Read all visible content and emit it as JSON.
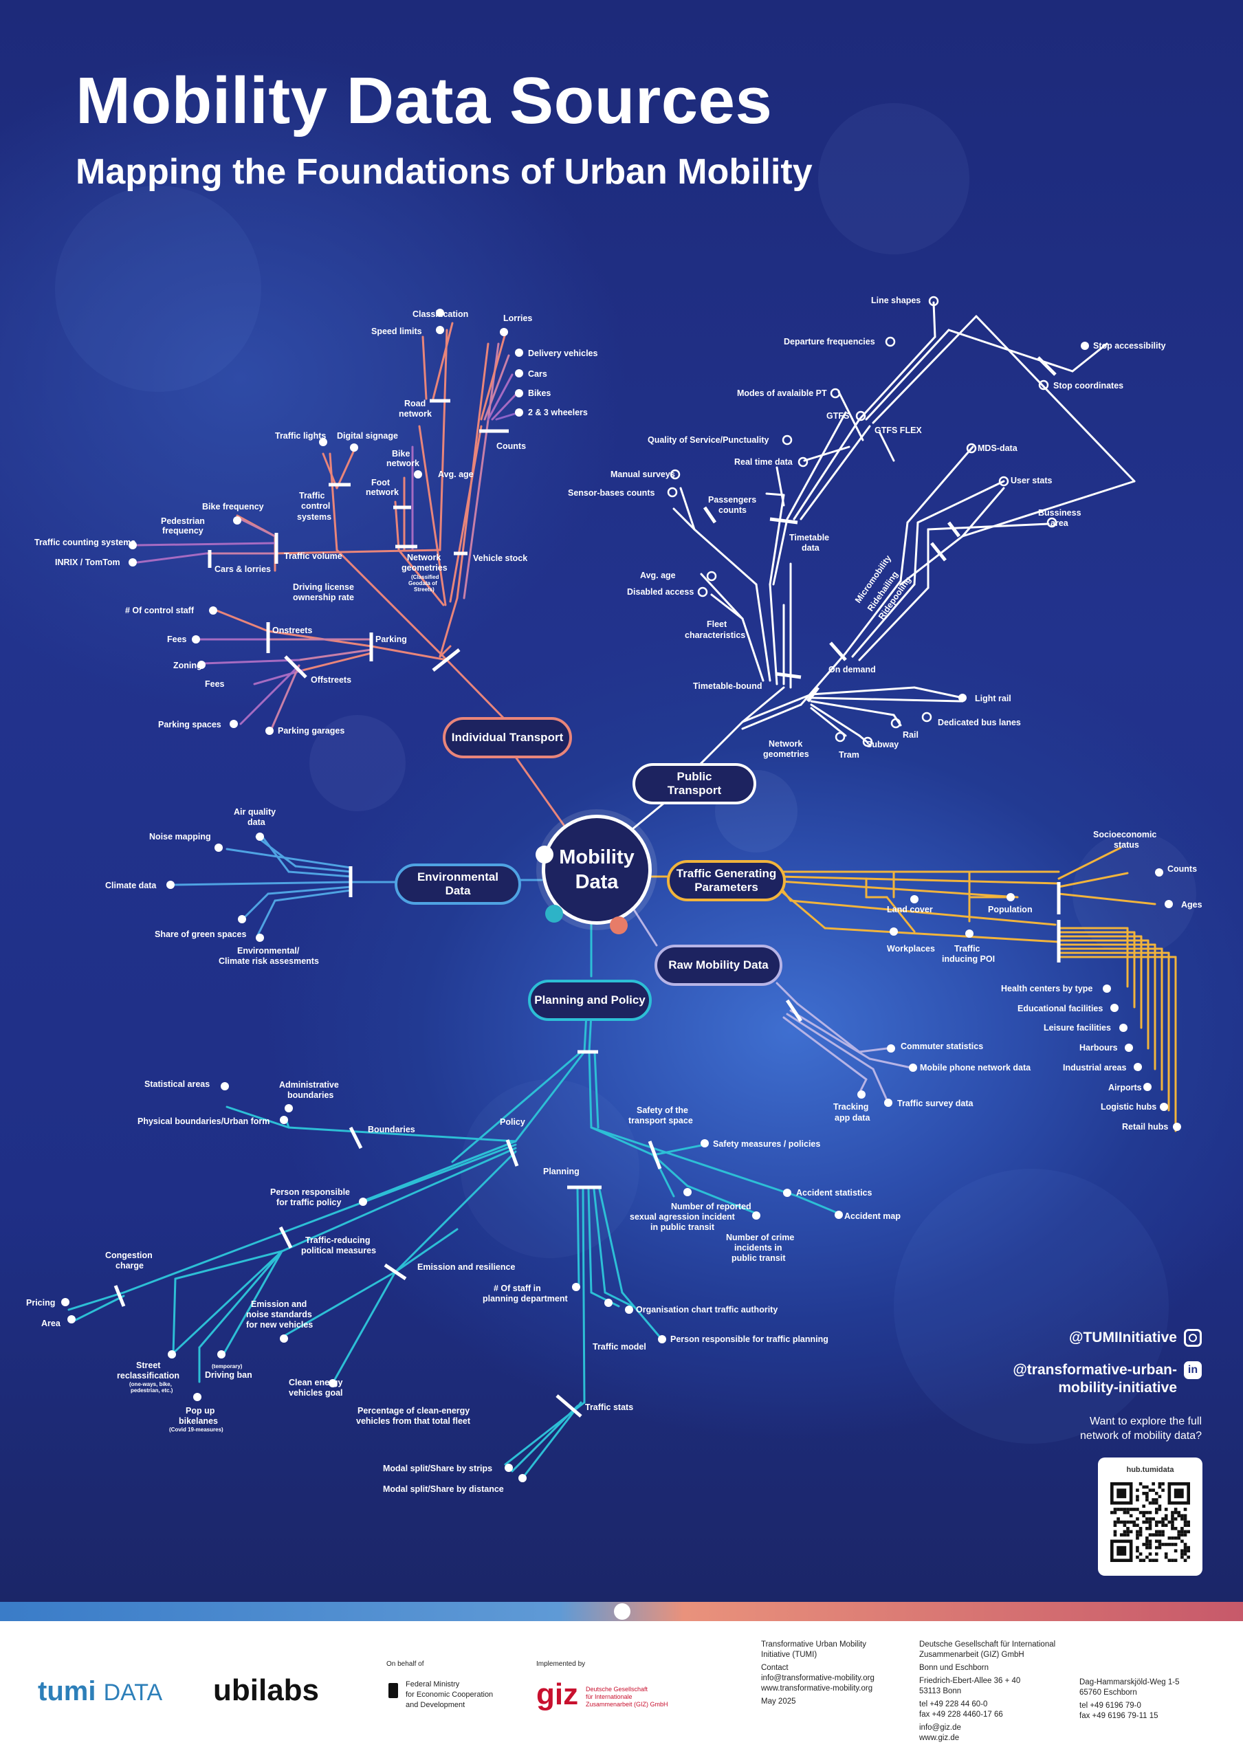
{
  "title": "Mobility Data Sources",
  "subtitle": "Mapping the Foundations of Urban Mobility",
  "hub": {
    "line1": "Mobility",
    "line2": "Data"
  },
  "categories": {
    "individual": "Individual Transport",
    "public_line1": "Public",
    "public_line2": "Transport",
    "env_line1": "Environmental",
    "env_line2": "Data",
    "traffic_line1": "Traffic Generating",
    "traffic_line2": "Parameters",
    "raw": "Raw Mobility Data",
    "planning": "Planning and Policy"
  },
  "colors": {
    "individual": "#e9857a",
    "individual_alt": "#a66bc2",
    "public": "#ffffff",
    "environmental": "#4fa3e3",
    "traffic": "#f2b43c",
    "raw": "#b7b4e6",
    "planning": "#2dbfd6",
    "hub_dot_white": "#ffffff",
    "hub_dot_teal": "#2db3c7",
    "hub_dot_salmon": "#e77c68"
  },
  "labels": {
    "i_classification": "Classification",
    "i_speed_limits": "Speed limits",
    "i_lorries": "Lorries",
    "i_delivery": "Delivery vehicles",
    "i_cars": "Cars",
    "i_bikes": "Bikes",
    "i_23wheel": "2 & 3 wheelers",
    "i_road_network": [
      "Road",
      "network"
    ],
    "i_counts": "Counts",
    "i_traffic_lights": "Traffic lights",
    "i_digital_signage": "Digital signage",
    "i_bike_network": [
      "Bike",
      "network"
    ],
    "i_foot_network": [
      "Foot",
      "network"
    ],
    "i_avg_age": "Avg. age",
    "i_traffic_control": [
      "Traffic",
      "control",
      "systems"
    ],
    "i_bike_frequency": "Bike frequency",
    "i_ped_frequency": [
      "Pedestrian",
      "frequency"
    ],
    "i_tc_systems": "Traffic counting systems",
    "i_inrix": "INRIX / TomTom",
    "i_traffic_volume": "Traffic volume",
    "i_cars_lorries": "Cars & lorries",
    "i_network_geom": [
      "Network",
      "geometries"
    ],
    "i_network_geom_note": [
      "(Classified",
      "Geodata of",
      "Streets)"
    ],
    "i_vehicle_stock": "Vehicle stock",
    "i_driving_license": [
      "Driving license",
      "ownership rate"
    ],
    "i_control_staff": "#  Of control staff",
    "i_onstreets": "Onstreets",
    "i_fees1": "Fees",
    "i_parking": "Parking",
    "i_zoning": "Zoning",
    "i_fees2": "Fees",
    "i_offstreets": "Offstreets",
    "i_parking_spaces": "Parking spaces",
    "i_parking_garages": "Parking garages",
    "p_line_shapes": "Line shapes",
    "p_dep_freq": "Departure frequencies",
    "p_stop_access": "Stop accessibility",
    "p_stop_coords": "Stop coordinates",
    "p_modes": "Modes of avalaible PT",
    "p_gtfs": "GTFS",
    "p_gtfs_flex": "GTFS FLEX",
    "p_qos": "Quality of Service/Punctuality",
    "p_realtime": "Real time data",
    "p_manual": "Manual surveys",
    "p_sensor": "Sensor-bases counts",
    "p_passengers": [
      "Passengers",
      "counts"
    ],
    "p_timetable": [
      "Timetable",
      "data"
    ],
    "p_mds": "MDS-data",
    "p_user_stats": "User stats",
    "p_business": [
      "Bussiness",
      "area"
    ],
    "p_avg_age": "Avg. age",
    "p_disabled": "Disabled access",
    "p_micro": "Micromobility",
    "p_ride_hail": "Ridehailing",
    "p_ride_pool": "Ridepooling",
    "p_fleet": [
      "Fleet",
      "characteristics"
    ],
    "p_on_demand": "On demand",
    "p_timetable_bound": "Timetable-bound",
    "p_light_rail": "Light rail",
    "p_bus_lanes": "Dedicated bus lanes",
    "p_rail": "Rail",
    "p_subway": "Subway",
    "p_tram": "Tram",
    "p_net_geom": [
      "Network",
      "geometries"
    ],
    "e_air": [
      "Air quality",
      "data"
    ],
    "e_noise": "Noise mapping",
    "e_climate": "Climate data",
    "e_green": "Share of green spaces",
    "e_climate_risk": [
      "Environmental/",
      "Climate risk assesments"
    ],
    "t_socio": [
      "Socioeconomic",
      "status"
    ],
    "t_counts": "Counts",
    "t_ages": "Ages",
    "t_land_cover": "Land cover",
    "t_population": "Population",
    "t_workplaces": "Workplaces",
    "t_poi": [
      "Traffic",
      "inducing POI"
    ],
    "t_health": "Health centers by type",
    "t_edu": "Educational facilities",
    "t_leisure": "Leisure facilities",
    "t_harbours": "Harbours",
    "t_industrial": "Industrial areas",
    "t_airports": "Airports",
    "t_logistic": "Logistic hubs",
    "t_retail": "Retail hubs",
    "r_commuter": "Commuter statistics",
    "r_mobile": "Mobile phone network data",
    "r_tracking": [
      "Tracking",
      "app data"
    ],
    "r_survey": "Traffic survey data",
    "pp_statistical": "Statistical areas",
    "pp_admin": [
      "Administrative",
      "boundaries"
    ],
    "pp_physical": "Physical boundaries/Urban form",
    "pp_boundaries": "Boundaries",
    "pp_policy": "Policy",
    "pp_safety_transport": [
      "Safety of the",
      "transport space"
    ],
    "pp_safety_measures": "Safety measures / policies",
    "pp_planning": "Planning",
    "pp_person_policy": [
      "Person responsible",
      "for traffic policy"
    ],
    "pp_accident_stats": "Accident statistics",
    "pp_accident_map": "Accident map",
    "pp_reported": [
      "Number of reported",
      "sexual agression incident",
      "in public transit"
    ],
    "pp_crime": [
      "Number of crime",
      "incidents in",
      "public transit"
    ],
    "pp_congestion": [
      "Congestion",
      "charge"
    ],
    "pp_reducing": [
      "Traffic-reducing",
      "political measures"
    ],
    "pp_emission_res": "Emission and resilience",
    "pp_pricing": "Pricing",
    "pp_area": "Area",
    "pp_emission_std": [
      "Emission and",
      "noise standards",
      "for new vehicles"
    ],
    "pp_staff_planning": [
      "#  Of staff in",
      "planning department"
    ],
    "pp_org_chart": "Organisation chart traffic authority",
    "pp_traffic_model": "Traffic model",
    "pp_person_planning": "Person responsible for traffic planning",
    "pp_street_reclass": [
      "Street",
      "reclassification"
    ],
    "pp_street_note": [
      "(one-ways, bike,",
      "pedestrian, etc.)"
    ],
    "pp_driving_ban_note": "(temporary)",
    "pp_driving_ban": "Driving ban",
    "pp_clean_energy": [
      "Clean energy",
      "vehicles goal"
    ],
    "pp_popup": [
      "Pop up",
      "bikelanes"
    ],
    "pp_popup_note": "(Covid 19-measures)",
    "pp_pct_clean": [
      "Percentage of clean-energy",
      "vehicles from that total fleet"
    ],
    "pp_traffic_stats": "Traffic stats",
    "pp_modal_trips": "Modal split/Share by strips",
    "pp_modal_dist": "Modal split/Share by distance"
  },
  "social": {
    "handle1": "@TUMIInitiative",
    "icon1": "instagram-icon",
    "handle2_line1": "@transformative-urban-",
    "handle2_line2": "mobility-initiative",
    "icon2": "linkedin-icon",
    "icon2_glyph": "in"
  },
  "cta": {
    "line1": "Want to explore the full",
    "line2": "network of mobility data?"
  },
  "qr": {
    "label": "hub.tumidata"
  },
  "footer": {
    "tumi_logo": "tumi",
    "tumi_data": "DATA",
    "ubilabs_logo": "ubilabs",
    "on_behalf": "On behalf of",
    "ministry": [
      "Federal Ministry",
      "for Economic Cooperation",
      "and Development"
    ],
    "implemented": "Implemented by",
    "giz_logo": "giz",
    "giz_small": [
      "Deutsche Gesellschaft",
      "für Internationale",
      "Zusammenarbeit (GIZ) GmbH"
    ],
    "tumi_block": [
      "Transformative Urban Mobility",
      "Initiative (TUMI)",
      "Contact",
      "info@transformative-mobility.org",
      "www.transformative-mobility.org",
      "May 2025"
    ],
    "giz_block": [
      "Deutsche Gesellschaft für International",
      "Zusammenarbeit (GIZ) GmbH",
      "Bonn und Eschborn",
      "Friedrich-Ebert-Allee 36 + 40",
      "53113 Bonn",
      "tel +49 228 44 60-0",
      "fax +49 228 4460-17 66",
      "info@giz.de",
      "www.giz.de"
    ],
    "eschborn_block": [
      "Dag-Hammarskjöld-Weg 1-5",
      "65760 Eschborn",
      "tel +49 6196 79-0",
      "fax +49 6196 79-11 15"
    ]
  }
}
